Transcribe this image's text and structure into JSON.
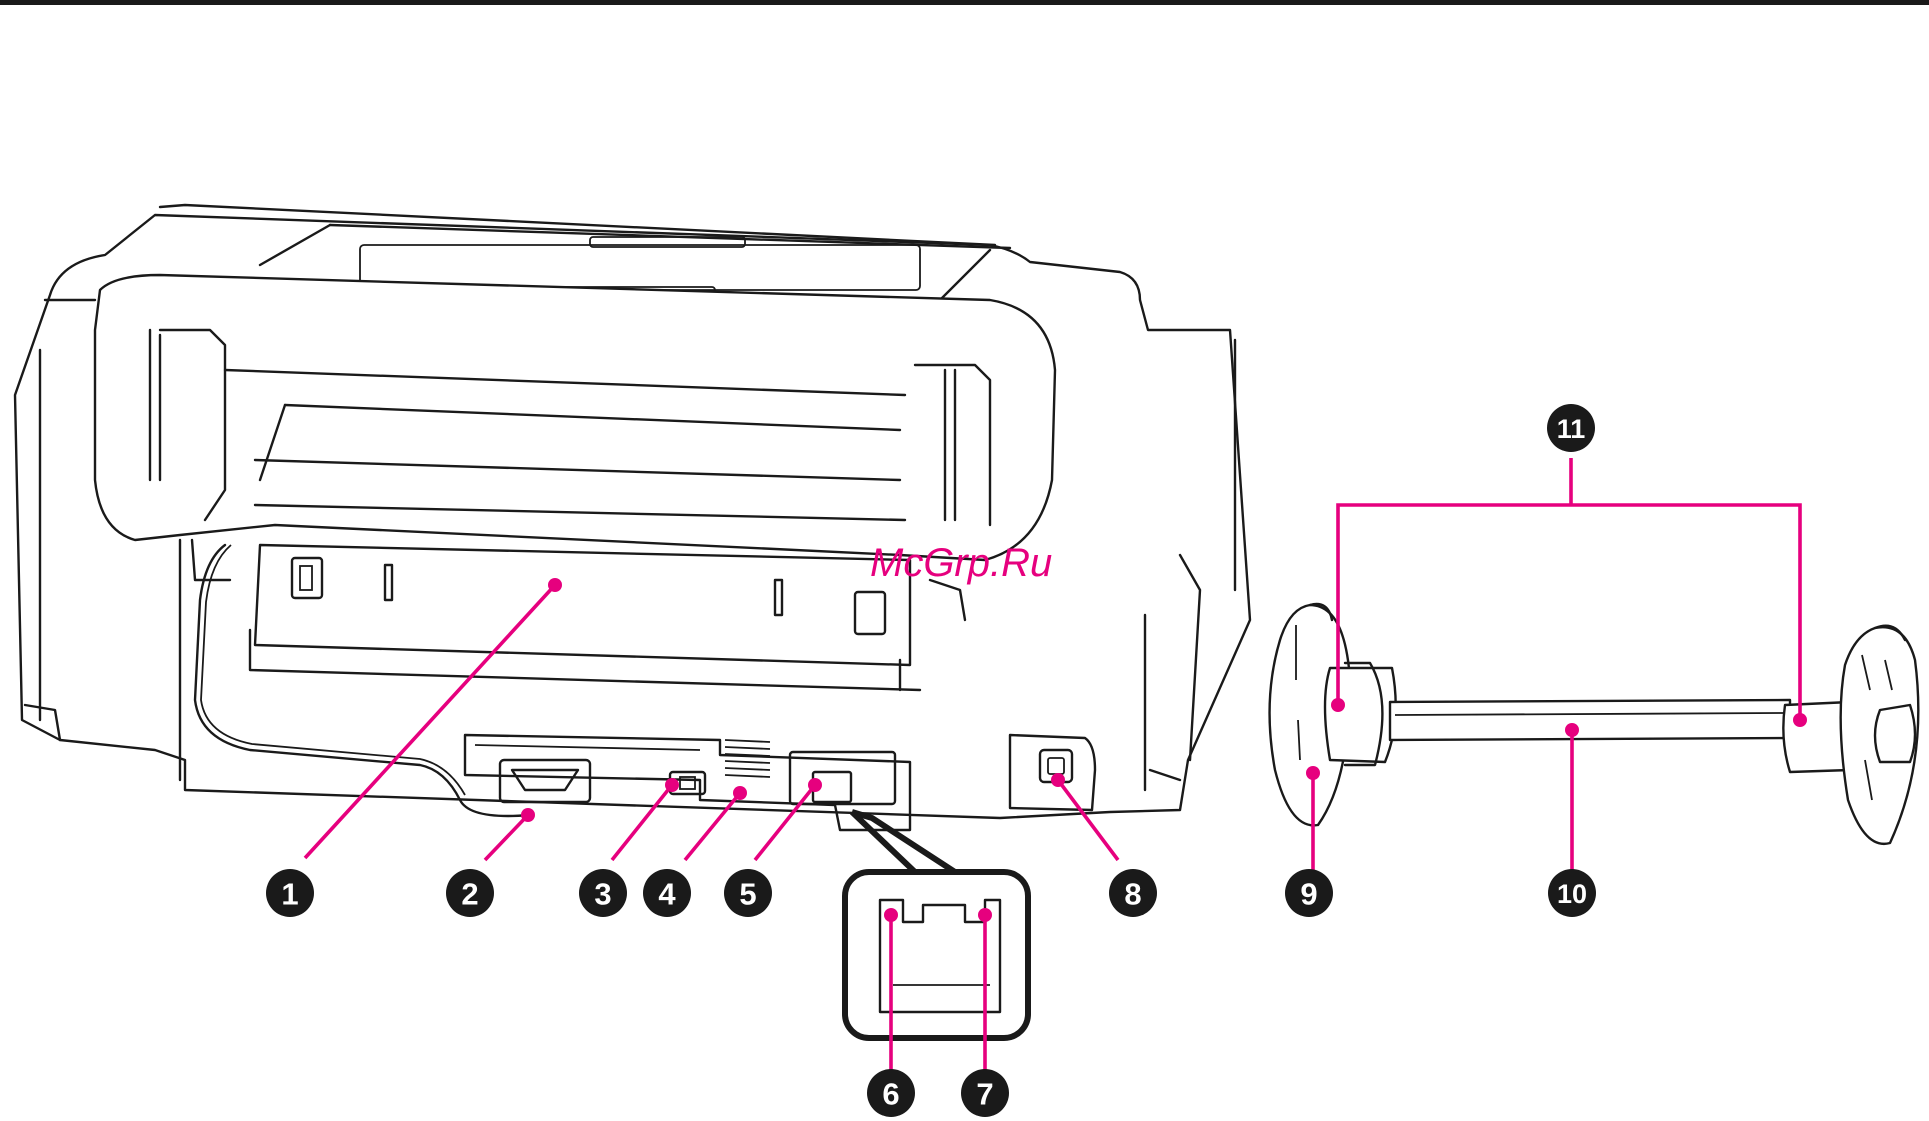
{
  "watermark": "McGrp.Ru",
  "colors": {
    "accent": "#e6007e",
    "line": "#1a1a1a",
    "badge": "#1a1a1a"
  },
  "callouts": [
    {
      "id": "1",
      "label": "1"
    },
    {
      "id": "2",
      "label": "2"
    },
    {
      "id": "3",
      "label": "3"
    },
    {
      "id": "4",
      "label": "4"
    },
    {
      "id": "5",
      "label": "5"
    },
    {
      "id": "6",
      "label": "6"
    },
    {
      "id": "7",
      "label": "7"
    },
    {
      "id": "8",
      "label": "8"
    },
    {
      "id": "9",
      "label": "9"
    },
    {
      "id": "10",
      "label": "10"
    },
    {
      "id": "11",
      "label": "11"
    }
  ]
}
